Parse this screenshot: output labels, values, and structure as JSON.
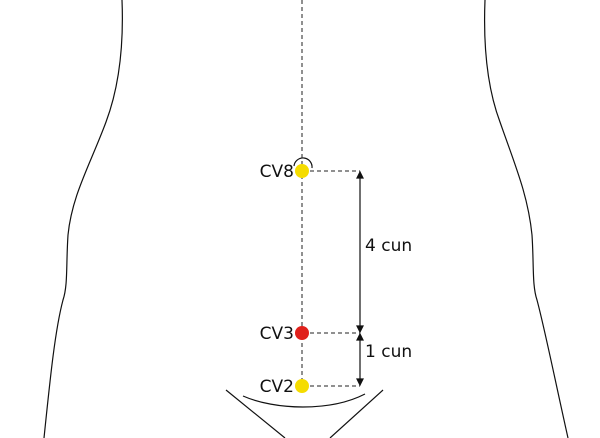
{
  "points": [
    {
      "label": "CV8",
      "color": "#f5dc00"
    },
    {
      "label": "CV3",
      "color": "#e0201b"
    },
    {
      "label": "CV2",
      "color": "#f5dc00"
    }
  ],
  "measurements": [
    {
      "label": "4 cun",
      "from": "CV8",
      "to": "CV3"
    },
    {
      "label": "1 cun",
      "from": "CV3",
      "to": "CV2"
    }
  ]
}
